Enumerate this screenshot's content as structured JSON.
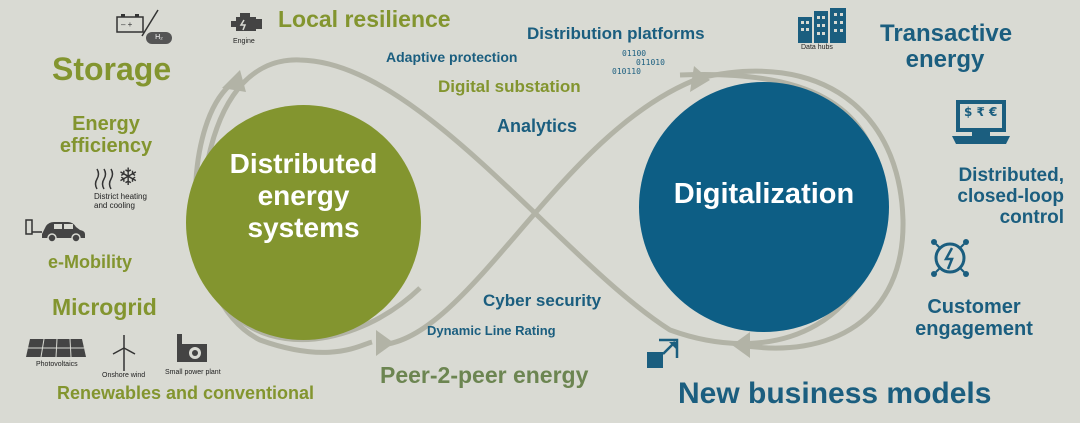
{
  "left_circle": {
    "line1": "Distributed",
    "line2": "energy",
    "line3": "systems"
  },
  "right_circle": {
    "label": "Digitalization"
  },
  "left_labels": {
    "storage": "Storage",
    "energy_efficiency_1": "Energy",
    "energy_efficiency_2": "efficiency",
    "district_heating_1": "District heating",
    "district_heating_2": "and cooling",
    "emobility": "e-Mobility",
    "microgrid": "Microgrid",
    "photovoltaics": "Photovoltaics",
    "onshore_wind": "Onshore wind",
    "small_power_plant": "Small power plant",
    "renewables": "Renewables and conventional",
    "engine": "Engine",
    "local_resilience": "Local resilience"
  },
  "center_labels": {
    "adaptive_protection": "Adaptive protection",
    "digital_substation": "Digital substation",
    "analytics": "Analytics",
    "distribution_platforms": "Distribution platforms",
    "binary_1": "01100",
    "binary_2": "011010",
    "binary_3": "010110",
    "cyber_security": "Cyber security",
    "dynamic_line_rating": "Dynamic Line Rating",
    "peer_to_peer": "Peer-2-peer energy"
  },
  "right_labels": {
    "data_hubs": "Data hubs",
    "transactive_1": "Transactive",
    "transactive_2": "energy",
    "closed_loop_1": "Distributed,",
    "closed_loop_2": "closed-loop",
    "closed_loop_3": "control",
    "customer_1": "Customer",
    "customer_2": "engagement",
    "new_business": "New business models",
    "money_symbols": "$ ₹ €",
    "battery_h2": "H₂"
  },
  "colors": {
    "background": "#d9dad3",
    "green": "#83952f",
    "blue": "#1b5e7f",
    "loop": "#b2b3a6",
    "circle_green": "#83952f",
    "circle_blue": "#0d5e85"
  },
  "icons": [
    "battery-icon",
    "hydrogen-tank-icon",
    "engine-icon",
    "heat-waves-icon",
    "snowflake-icon",
    "electric-car-icon",
    "solar-panel-icon",
    "wind-turbine-icon",
    "power-plant-icon",
    "data-hubs-icon",
    "payment-terminal-icon",
    "control-gear-icon",
    "expand-arrow-icon"
  ]
}
